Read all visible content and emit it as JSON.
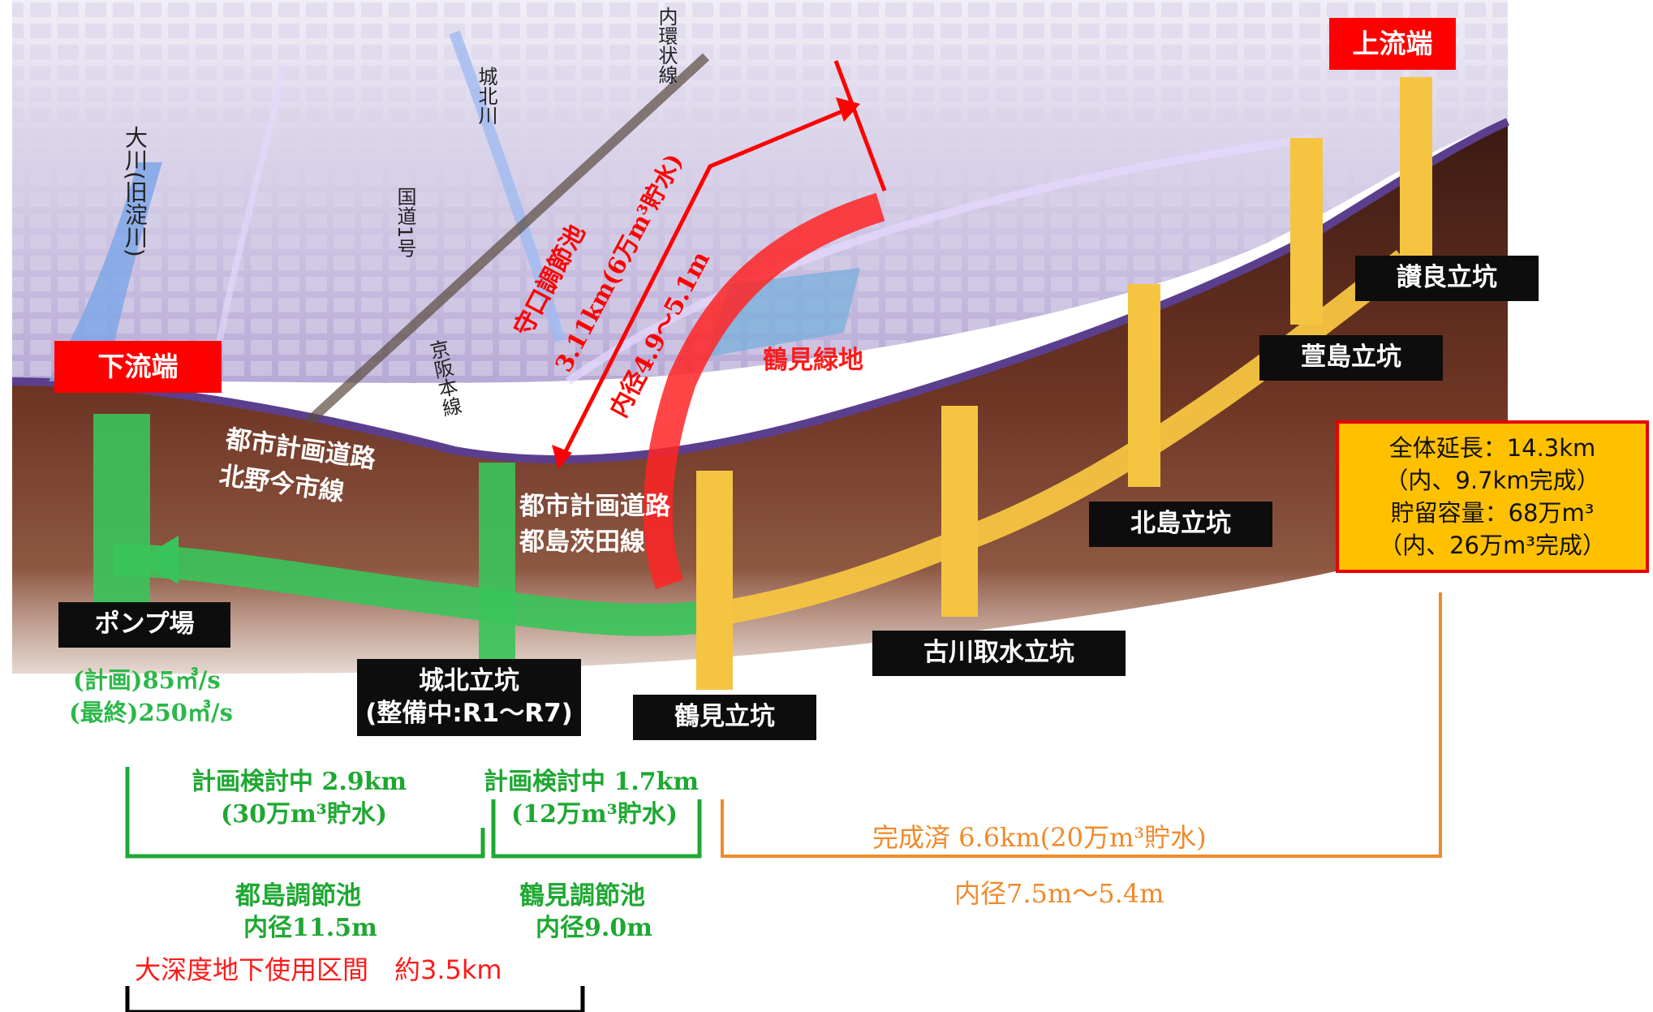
{
  "boxes": {
    "upstream": "上流端",
    "downstream": "下流端"
  },
  "shafts": {
    "sanra": "讃良立坑",
    "kayashima": "萱島立坑",
    "kitajima": "北島立坑",
    "furukawa": "古川取水立坑",
    "tsurumi": "鶴見立坑",
    "joto_line1": "城北立坑",
    "joto_line2": "(整備中:R1～R7)",
    "pump": "ポンプ場"
  },
  "pump_capacity": {
    "plan": "(計画)85㎥/s",
    "final": "(最終)250㎥/s"
  },
  "summary": {
    "line1": "全体延長：14.3km",
    "line2": "（内、9.7km完成）",
    "line3": "貯留容量：68万m³",
    "line4": "（内、26万m³完成）"
  },
  "map_labels": {
    "okawa": "大川(旧淀川)",
    "kokudo1": "国道1号",
    "johoku_river": "城北川",
    "inner_loop": "内環状線",
    "keihan": "京阪本線",
    "road_kitano_1": "都市計画道路",
    "road_kitano_2": "北野今市線",
    "road_miyako_1": "都市計画道路",
    "road_miyako_2": "都島茨田線",
    "tsurumi_ryokuchi": "鶴見緑地",
    "moriguchi_1": "守口調節池",
    "moriguchi_2": "3.11km(6万m³貯水)",
    "moriguchi_3": "内径4.9～5.1m"
  },
  "bottom": {
    "miyako_status_1": "計画検討中  2.9km",
    "miyako_status_2": "(30万m³貯水)",
    "tsurumi_status_1": "計画検討中  1.7km",
    "tsurumi_status_2": "(12万m³貯水)",
    "completed_1": "完成済  6.6km(20万m³貯水)",
    "completed_2": "内径7.5m～5.4m",
    "miyako_name_1": "都島調節池",
    "miyako_name_2": "内径11.5m",
    "tsurumi_name_1": "鶴見調節池",
    "tsurumi_name_2": "内径9.0m",
    "deep_section": "大深度地下使用区間　約3.5km"
  },
  "colors": {
    "green": "#3dbb5a",
    "bracket_green": "#1ea832",
    "yellow": "#f5c542",
    "red": "#ff1a1a",
    "orange": "#f08a2a",
    "black": "#0d0d0d",
    "soil": "#5a2a1c"
  }
}
